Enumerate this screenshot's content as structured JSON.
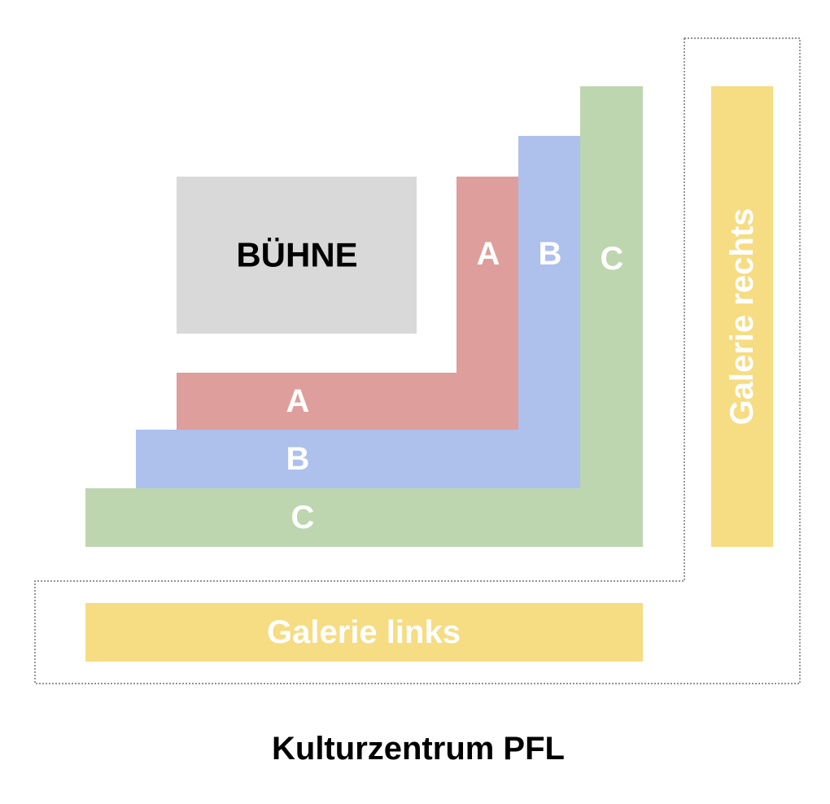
{
  "title": "Kulturzentrum PFL",
  "stage": {
    "label": "BÜHNE",
    "color": "#d9d9d9"
  },
  "sections": [
    {
      "id": "A",
      "label": "A",
      "color": "#de9e9b"
    },
    {
      "id": "B",
      "label": "B",
      "color": "#aec0ec"
    },
    {
      "id": "C",
      "label": "C",
      "color": "#bdd6af"
    }
  ],
  "galleries": {
    "left": {
      "label": "Galerie links",
      "color": "#f6dc82"
    },
    "right": {
      "label": "Galerie rechts",
      "color": "#f6dc82"
    }
  }
}
